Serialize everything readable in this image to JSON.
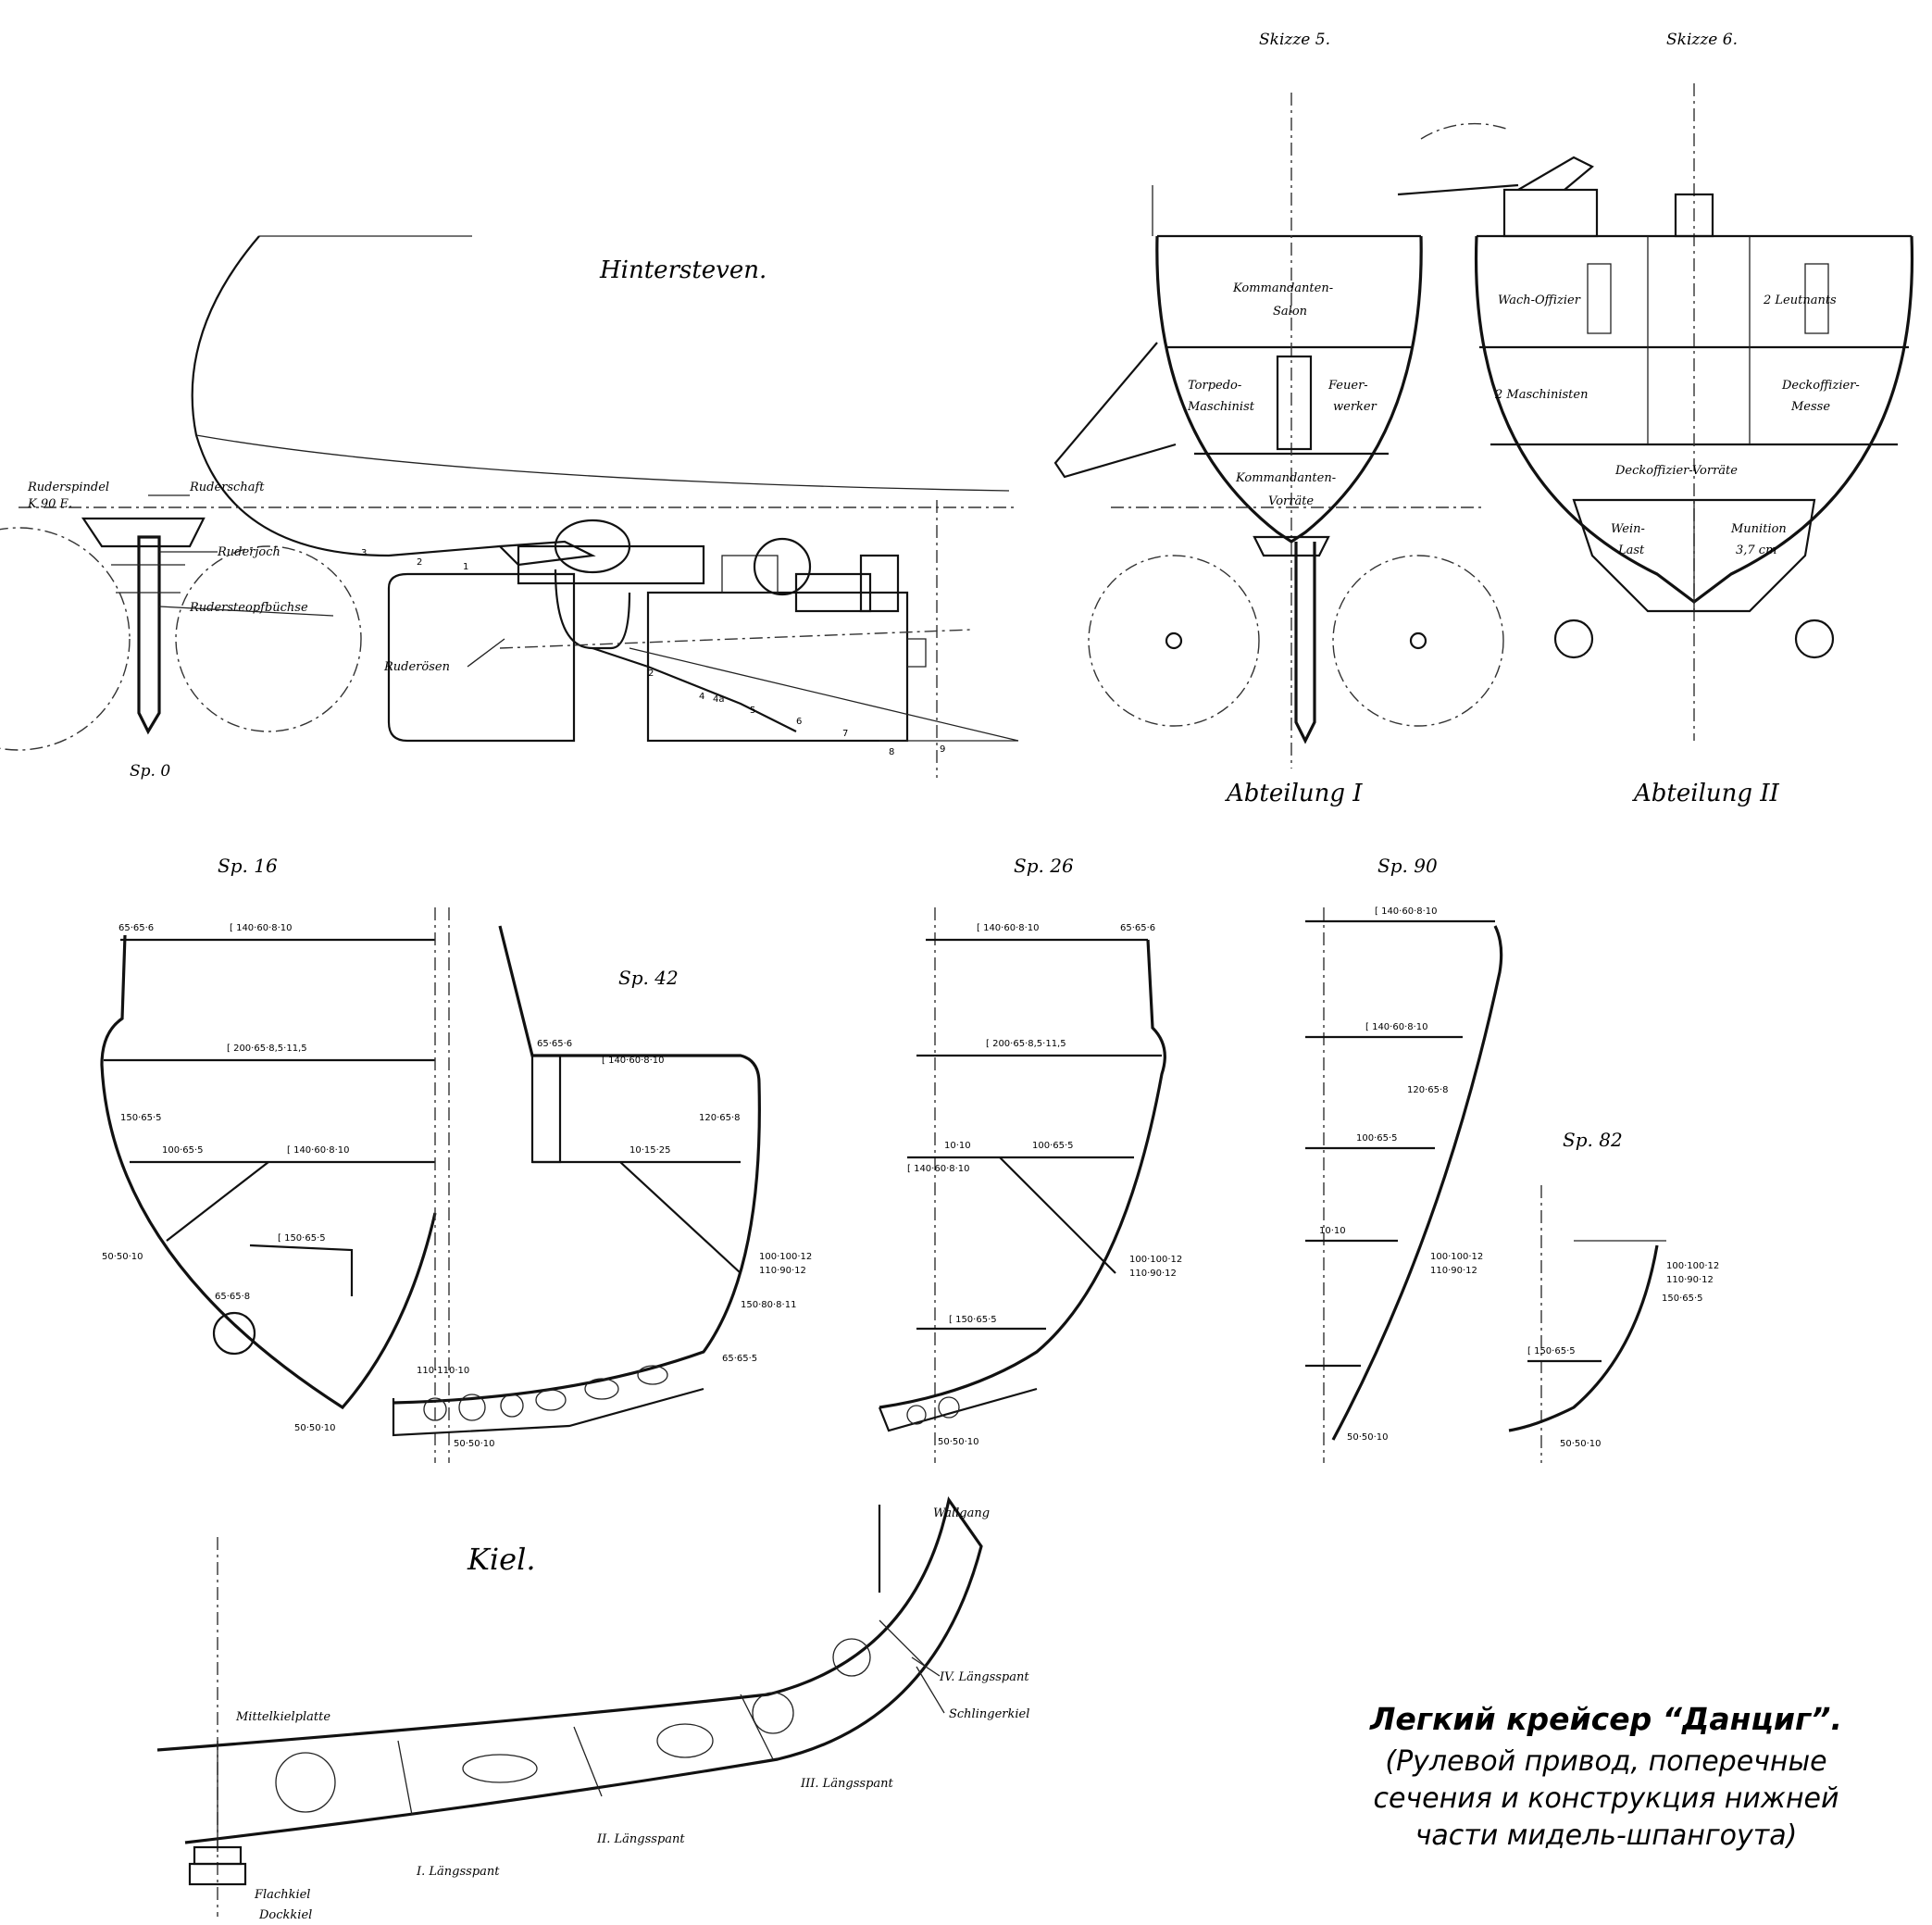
{
  "sketch_titles": {
    "skizze5": "Skizze 5.",
    "skizze6": "Skizze 6."
  },
  "stern_view": {
    "title": "Hintersteven.",
    "labels": {
      "ruderspindel": "Ruderspindel",
      "ruderspindel_sub": "K 90 E.",
      "ruderschaft": "Ruderschaft",
      "ruderjoch": "Ruderjoch",
      "rudersteopfbuchse": "Rudersteopfbüchse",
      "ruderoesen": "Ruderösen",
      "frame": "Sp. 0"
    },
    "frame_numbers": [
      "1",
      "2",
      "3",
      "4",
      "4a",
      "5",
      "6",
      "7",
      "8",
      "9"
    ]
  },
  "compartment1": {
    "caption": "Abteilung I",
    "rooms": {
      "salon_a": "Kommandanten-",
      "salon_b": "Salon",
      "torpedo_a": "Torpedo-",
      "torpedo_b": "Maschinist",
      "feuer_a": "Feuer-",
      "feuer_b": "werker",
      "vorrat_a": "Kommandanten-",
      "vorrat_b": "Vorräte"
    }
  },
  "compartment2": {
    "caption": "Abteilung II",
    "rooms": {
      "wachoffizier": "Wach-Offizier",
      "leutnants": "2 Leutnants",
      "maschinisten": "2 Maschinisten",
      "deckoffizier_a": "Deckoffizier-",
      "deckoffizier_b": "Messe",
      "vorrate": "Deckoffizier-Vorräte",
      "last_a": "Wein-",
      "last_b": "Last",
      "munition_a": "Munition",
      "munition_b": "3,7 cm"
    }
  },
  "sections": {
    "sp16": "Sp. 16",
    "sp42": "Sp. 42",
    "sp26": "Sp. 26",
    "sp90": "Sp. 90",
    "sp82": "Sp. 82"
  },
  "profiles": {
    "p1": "65·65·6",
    "p2": "[ 140·60·8·10",
    "p3": "[ 200·65·8,5·11,5",
    "p4": "150·65·5",
    "p5": "100·65·5",
    "p6": "10·10",
    "p7": "[ 140·60·8·10",
    "p8": "[ 150·65·5",
    "p9": "100·100·12",
    "p10": "110·90·12",
    "p11": "50·50·10",
    "p12": "150·80·8·11",
    "p13": "65·65·5",
    "p14": "110·110·10",
    "p15": "50·50·10",
    "p16": "120·65·8",
    "p17": "10·15·25",
    "p18": "65·65·8"
  },
  "keel": {
    "title": "Kiel.",
    "labels": {
      "mittelkielplatte": "Mittelkielplatte",
      "wallgang": "Wallgang",
      "l4": "IV. Längsspant",
      "l3": "III. Längsspant",
      "l2": "II. Längsspant",
      "l1": "I. Längsspant",
      "schlingerkiel": "Schlingerkiel",
      "flachkiel": "Flachkiel",
      "dockkiel": "Dockkiel"
    }
  },
  "caption": {
    "title": "Легкий крейсер “Данциг”.",
    "line1": "(Рулевой привод, поперечные",
    "line2": "сечения и конструкция нижней",
    "line3": "части мидель-шпангоута)"
  }
}
